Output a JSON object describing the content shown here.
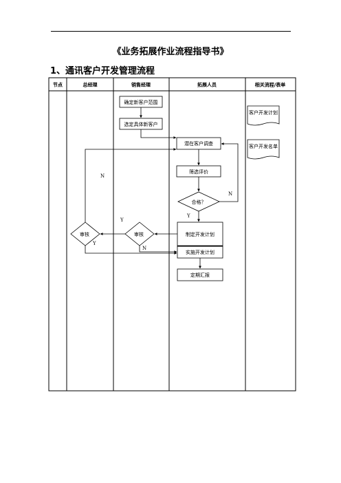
{
  "document": {
    "title": "《业务拓展作业流程指导书》",
    "section_heading": "1、通讯客户开发管理流程"
  },
  "table": {
    "columns": [
      "节点",
      "总经理",
      "销售经理",
      "拓展人员",
      "相关流程/表单"
    ]
  },
  "flowchart": {
    "steps": {
      "define_scope": "确定新客户范围",
      "select_client": "选定具体新客户",
      "survey": "潜在客户调查",
      "screening": "筛选评价",
      "qualified": "合格？",
      "make_plan": "制定开发计划",
      "execute_plan": "实施开发计划",
      "report": "定期汇报",
      "gm_review": "审核",
      "sm_review": "审核"
    },
    "forms": {
      "plan_form": "客户开发计划",
      "list_form": "客户开发名单"
    },
    "labels": {
      "yes": "Y",
      "no": "N"
    }
  }
}
